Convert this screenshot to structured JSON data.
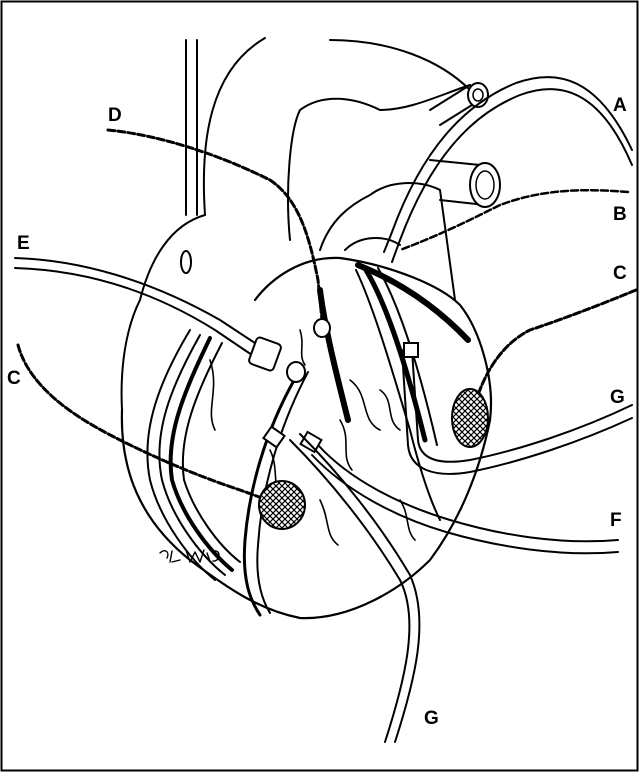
{
  "labels": {
    "a": "A",
    "b": "B",
    "c_right": "C",
    "c_left": "C",
    "d": "D",
    "e": "E",
    "f": "F",
    "g_right": "G",
    "g_bottom": "G"
  },
  "signature": "P.L. Wilson",
  "colors": {
    "ink": "#000000",
    "paper": "#ffffff"
  }
}
